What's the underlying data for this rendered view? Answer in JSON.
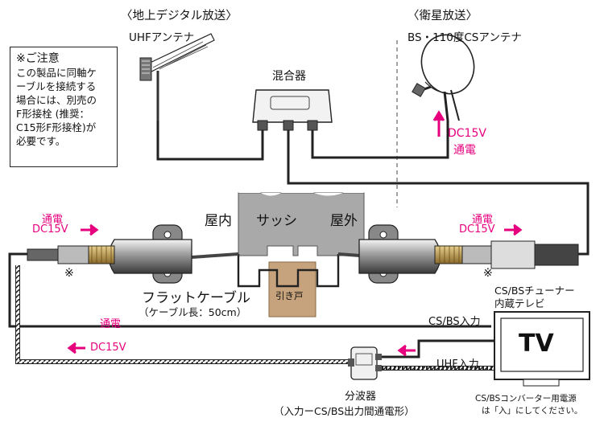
{
  "headers": {
    "terrestrial": "〈地上デジタル放送〉",
    "satellite": "〈衛星放送〉"
  },
  "antennas": {
    "uhf": "UHFアンテナ",
    "bs": "BS・110度CSアンテナ"
  },
  "mixer_label": "混合器",
  "notice": {
    "title": "※ご注意",
    "lines": [
      "この製品に同軸ケ",
      "ーブルを接続する",
      "場合には、別売の",
      "F形接栓 (推奨：",
      "C15形F形接栓)が",
      "必要です。"
    ]
  },
  "dc": {
    "right_top": "DC15V",
    "right_top_sub": "通電",
    "left_label": "通電",
    "left_value": "DC15V",
    "right_label": "通電",
    "right_value": "DC15V",
    "lower_label": "通電",
    "lower_value": "DC15V"
  },
  "arrows": {
    "right": "→",
    "left": "←"
  },
  "sash": {
    "indoor": "屋内",
    "sash": "サッシ",
    "outdoor": "屋外",
    "sliding_door": "引き戸"
  },
  "cable": {
    "name": "フラットケーブル",
    "length": "（ケーブル長：50cm）"
  },
  "marks": {
    "left": "※",
    "right": "※"
  },
  "tv": {
    "caption_line1": "CS/BSチューナー",
    "caption_line2": "内蔵テレビ",
    "screen": "TV",
    "csbs_input": "CS/BS入力",
    "uhf_input": "UHF入力",
    "power_note_line1": "CS/BSコンバーター用電源",
    "power_note_line2": "は「入」にしてください。"
  },
  "splitter": {
    "label": "分波器",
    "sub": "（入力ーCS/BS出力間通電形）"
  },
  "colors": {
    "accent": "#e6007e",
    "sash_gray": "#a9a9a9",
    "door_brown": "#c6a37c",
    "connector_brass": "#b8944a"
  }
}
